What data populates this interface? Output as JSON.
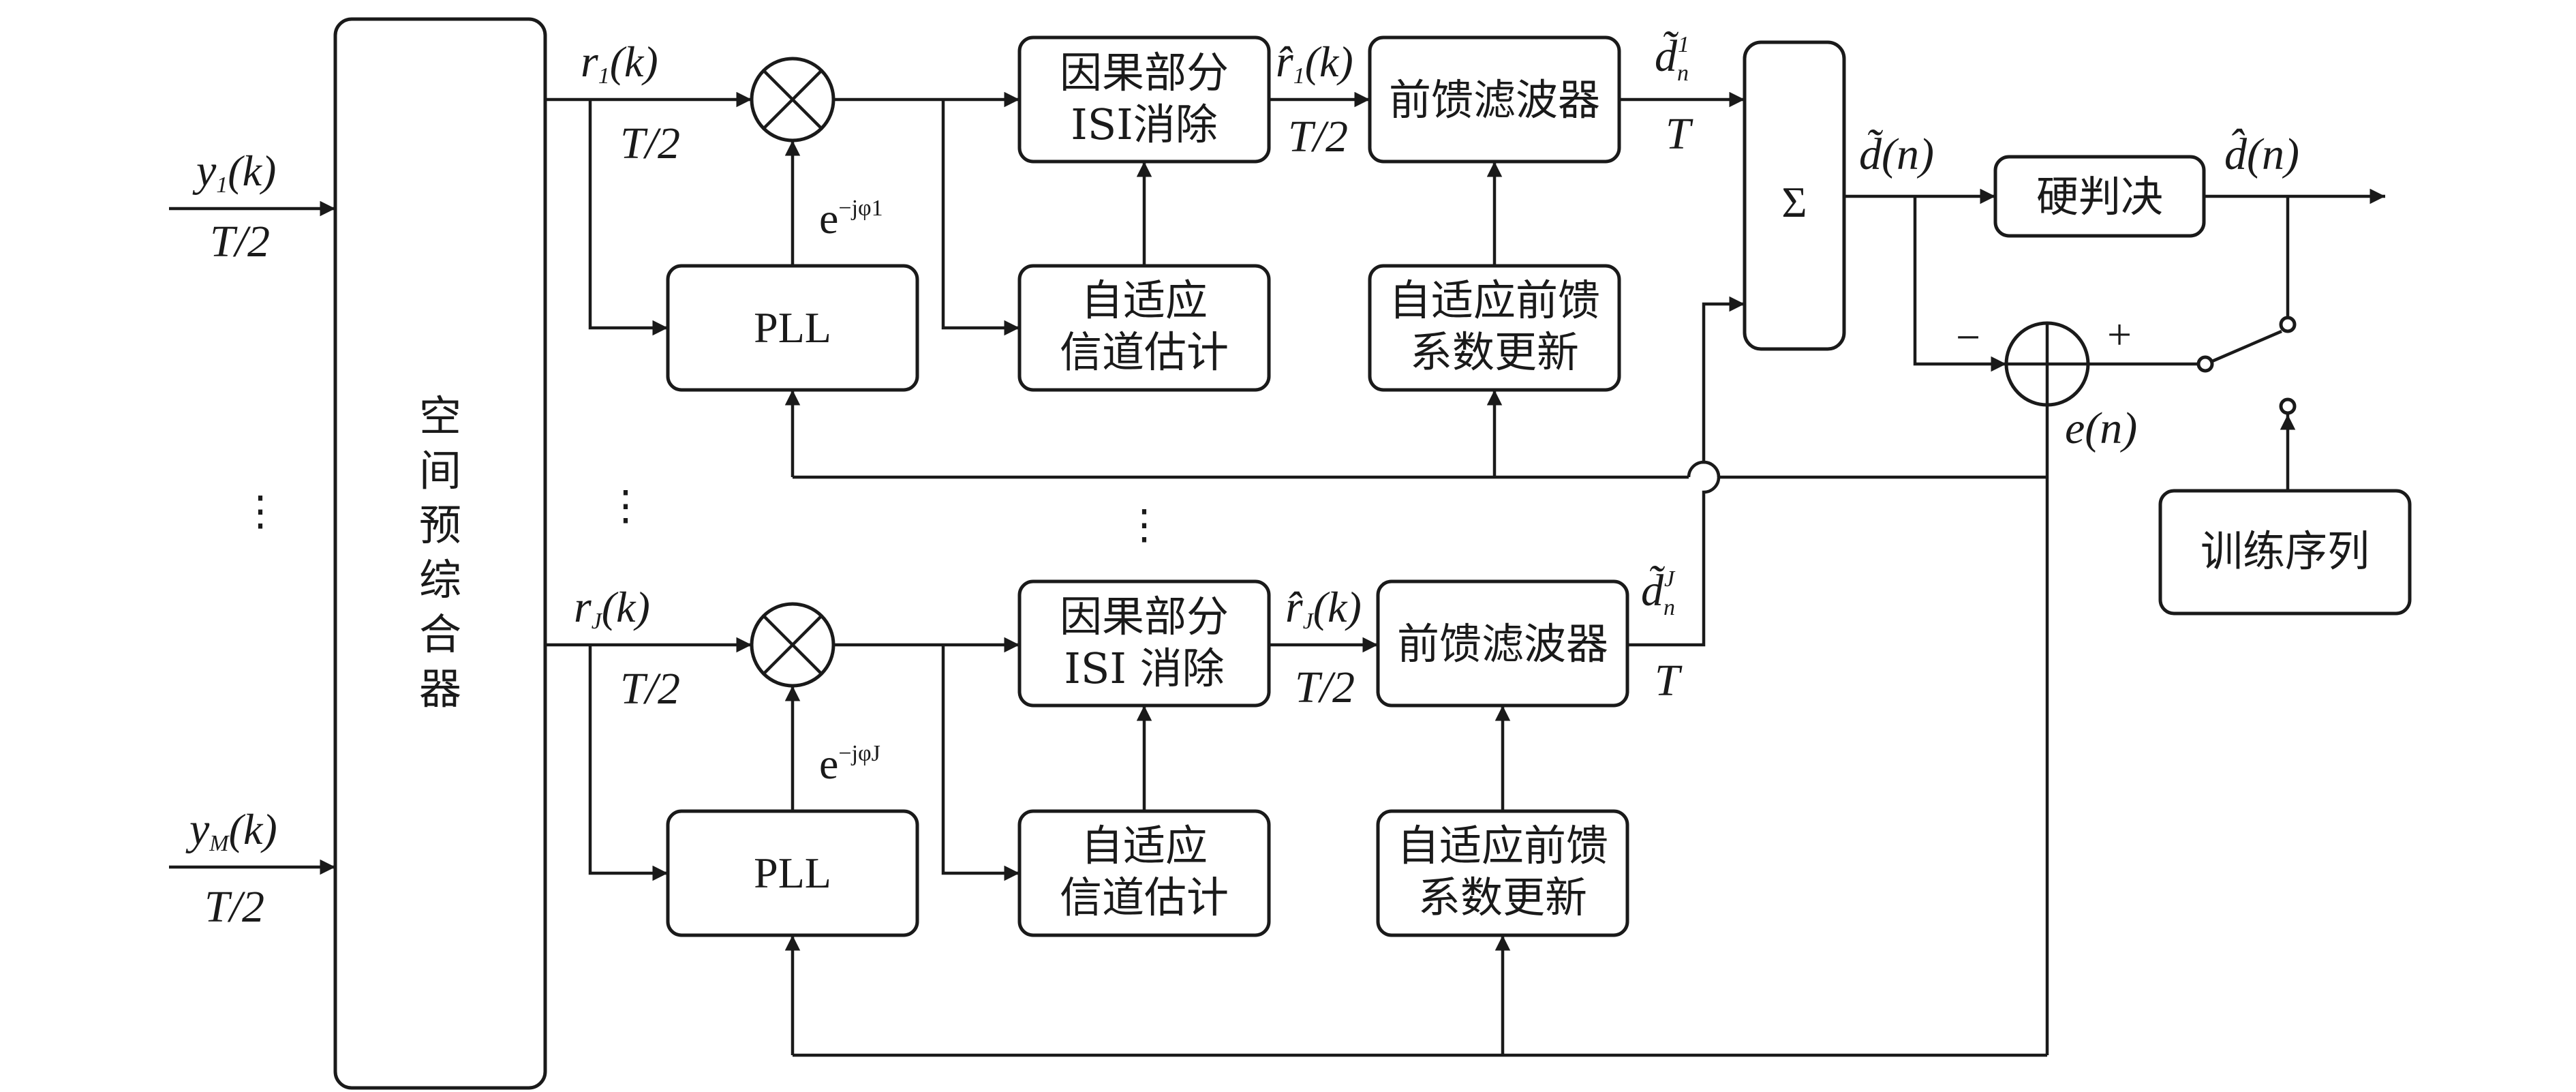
{
  "blocks": {
    "spatial_combiner": [
      "空",
      "间",
      "预",
      "综",
      "合",
      "器"
    ],
    "isi_top": [
      "因果部分",
      "ISI消除"
    ],
    "isi_bottom": [
      "因果部分",
      "ISI 消除"
    ],
    "ffe_top": "前馈滤波器",
    "ffe_bottom": "前馈滤波器",
    "pll_top": "PLL",
    "pll_bottom": "PLL",
    "chan_est_top": [
      "自适应",
      "信道估计"
    ],
    "chan_est_bottom": [
      "自适应",
      "信道估计"
    ],
    "coef_upd_top": [
      "自适应前馈",
      "系数更新"
    ],
    "coef_upd_bottom": [
      "自适应前馈",
      "系数更新"
    ],
    "sum": "Σ",
    "hard_decision": "硬判决",
    "training": "训练序列"
  },
  "signals": {
    "y1": {
      "base": "y",
      "sub": "1",
      "arg": "(k)",
      "rate": "T/2"
    },
    "yM": {
      "base": "y",
      "sub": "M",
      "arg": "(k)",
      "rate": "T/2"
    },
    "r1": {
      "base": "r",
      "sub": "1",
      "arg": "(k)",
      "rate": "T/2"
    },
    "rJ": {
      "base": "r",
      "sub": "J",
      "arg": "(k)",
      "rate": "T/2"
    },
    "r1hat": {
      "base": "r̂",
      "sub": "1",
      "arg": "(k)",
      "rate": "T/2"
    },
    "rJhat": {
      "base": "r̂",
      "sub": "J",
      "arg": "(k)",
      "rate": "T/2"
    },
    "d1": {
      "base": "d̃",
      "sub": "n",
      "sup": "1",
      "rate": "T"
    },
    "dJ": {
      "base": "d̃",
      "sub": "n",
      "sup": "J",
      "rate": "T"
    },
    "phase_top": {
      "base": "e",
      "sup": "−jφ1"
    },
    "phase_bottom": {
      "base": "e",
      "sup": "−jφJ"
    },
    "d_tilde": "d̃(n)",
    "d_hat": "d̂(n)",
    "error": "e(n)",
    "minus": "−",
    "plus": "+"
  },
  "ellipsis": "⋮"
}
